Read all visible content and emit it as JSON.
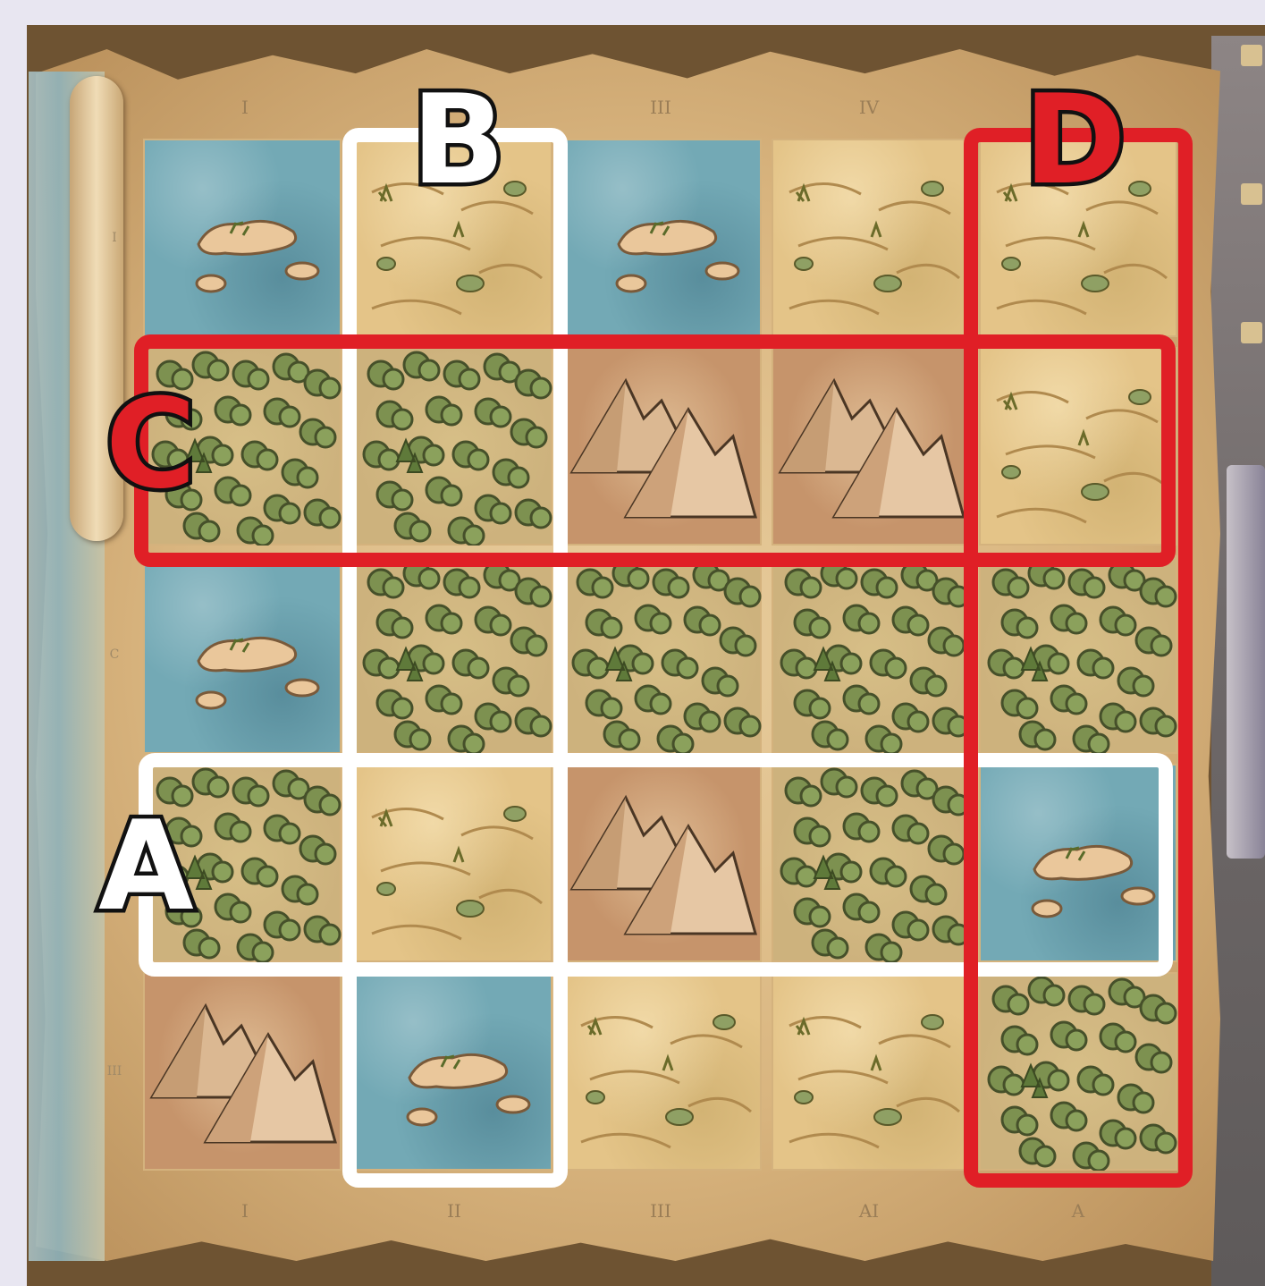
{
  "board": {
    "column_labels_top": [
      "I",
      "",
      "III",
      "IV",
      ""
    ],
    "column_labels_bottom": [
      "I",
      "II",
      "III",
      "AI",
      "A"
    ],
    "row_marks": [
      "I",
      "C",
      "III"
    ],
    "rows": [
      [
        "water",
        "plains",
        "water",
        "plains",
        "plains"
      ],
      [
        "forest",
        "forest",
        "mountain",
        "mountain",
        "plains"
      ],
      [
        "water",
        "forest",
        "forest",
        "forest",
        "forest"
      ],
      [
        "forest",
        "plains",
        "mountain",
        "forest",
        "water"
      ],
      [
        "mountain",
        "water",
        "plains",
        "plains",
        "forest"
      ]
    ],
    "terrain_icons": {
      "water": "island-icon",
      "plains": "grassland-icon",
      "forest": "forest-icon",
      "mountain": "mountain-icon"
    }
  },
  "highlights": [
    {
      "letter": "A",
      "color": "#ffffff",
      "covers": "row 4"
    },
    {
      "letter": "B",
      "color": "#ffffff",
      "covers": "column 2"
    },
    {
      "letter": "C",
      "color": "#e01f26",
      "covers": "row 2"
    },
    {
      "letter": "D",
      "color": "#e01f26",
      "covers": "column 5"
    }
  ],
  "colors": {
    "white_outline": "#ffffff",
    "red_outline": "#e01f26",
    "water": "#73a9b5",
    "plains": "#e4c488",
    "forest": "#cdb27d",
    "mountain": "#c6946b"
  }
}
